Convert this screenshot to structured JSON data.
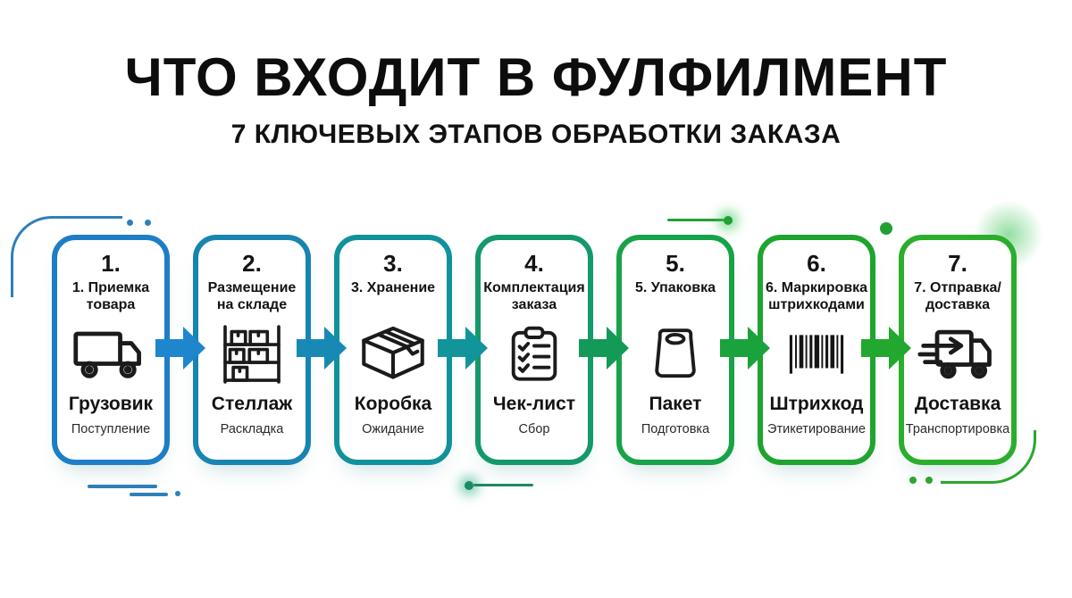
{
  "header": {
    "title": "ЧТО ВХОДИТ В ФУЛФИЛМЕНТ",
    "subtitle": "7 КЛЮЧЕВЫХ ЭТАПОВ ОБРАБОТКИ ЗАКАЗА"
  },
  "stages": [
    {
      "number": "1.",
      "title": "1. Приемка товара",
      "icon": "truck-icon",
      "label": "Грузовик",
      "sublabel": "Поступление",
      "accent": "#1d7ec6"
    },
    {
      "number": "2.",
      "title": "Размещение на складе",
      "icon": "shelf-rack-icon",
      "label": "Стеллаж",
      "sublabel": "Раскладка",
      "accent": "#1884b1"
    },
    {
      "number": "3.",
      "title": "3. Хранение",
      "icon": "box-icon",
      "label": "Коробка",
      "sublabel": "Ожидание",
      "accent": "#10929c"
    },
    {
      "number": "4.",
      "title": "Комплектация заказа",
      "icon": "checklist-icon",
      "label": "Чек-лист",
      "sublabel": "Сбор",
      "accent": "#13996a"
    },
    {
      "number": "5.",
      "title": "5. Упаковка",
      "icon": "package-bag-icon",
      "label": "Пакет",
      "sublabel": "Подготовка",
      "accent": "#17a348"
    },
    {
      "number": "6.",
      "title": "6. Маркировка штрихкодами",
      "icon": "barcode-icon",
      "label": "Штрихкод",
      "sublabel": "Этикетирование",
      "accent": "#1ea42f"
    },
    {
      "number": "7.",
      "title": "7. Отправка/ доставка",
      "icon": "delivery-truck-icon",
      "label": "Доставка",
      "sublabel": "Транспортировка",
      "accent": "#2bae2b"
    }
  ],
  "arrows": [
    {
      "color": "#1e86cd"
    },
    {
      "color": "#168ab4"
    },
    {
      "color": "#12949b"
    },
    {
      "color": "#149a57"
    },
    {
      "color": "#1aa33c"
    },
    {
      "color": "#22a82e"
    }
  ],
  "decor": {
    "blue": "#2e80b9",
    "teal": "#1e8a63",
    "green": "#22a035",
    "bright_green": "#2aa82a",
    "glow_teal": "rgba(30,170,130,0.55)",
    "glow_green": "rgba(60,200,90,0.6)"
  }
}
